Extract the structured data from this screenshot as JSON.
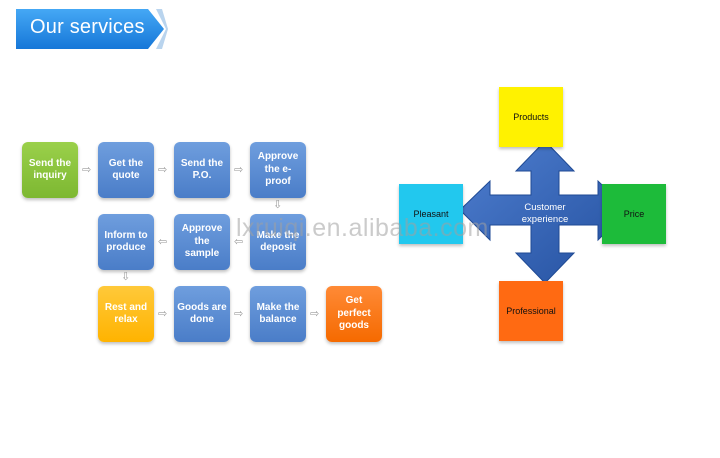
{
  "banner": {
    "title": "Our services",
    "color": "#1e90e8"
  },
  "flow": {
    "steps": [
      {
        "id": "send-inquiry",
        "label": "Send the inquiry",
        "color": "green"
      },
      {
        "id": "get-quote",
        "label": "Get the quote",
        "color": "blue"
      },
      {
        "id": "send-po",
        "label": "Send the P.O.",
        "color": "blue"
      },
      {
        "id": "approve-eproof",
        "label": "Approve the e-proof",
        "color": "blue"
      },
      {
        "id": "make-deposit",
        "label": "Make the deposit",
        "color": "blue"
      },
      {
        "id": "approve-sample",
        "label": "Approve the sample",
        "color": "blue"
      },
      {
        "id": "inform-produce",
        "label": "Inform to produce",
        "color": "blue"
      },
      {
        "id": "rest-relax",
        "label": "Rest and relax",
        "color": "yellow"
      },
      {
        "id": "goods-done",
        "label": "Goods are done",
        "color": "blue"
      },
      {
        "id": "make-balance",
        "label": "Make the balance",
        "color": "blue"
      },
      {
        "id": "get-goods",
        "label": "Get perfect goods",
        "color": "orange"
      }
    ]
  },
  "experience": {
    "center": "Customer experience",
    "top": {
      "label": "Products",
      "color": "#ffee00"
    },
    "left": {
      "label": "Pleasant",
      "color": "#22c8ee"
    },
    "right": {
      "label": "Price",
      "color": "#1dbb3a"
    },
    "bottom": {
      "label": "Professional",
      "color": "#ff6a12"
    },
    "arrow_color": "#2e5fb0"
  },
  "watermark": "lxruiqi.en.alibaba.com"
}
